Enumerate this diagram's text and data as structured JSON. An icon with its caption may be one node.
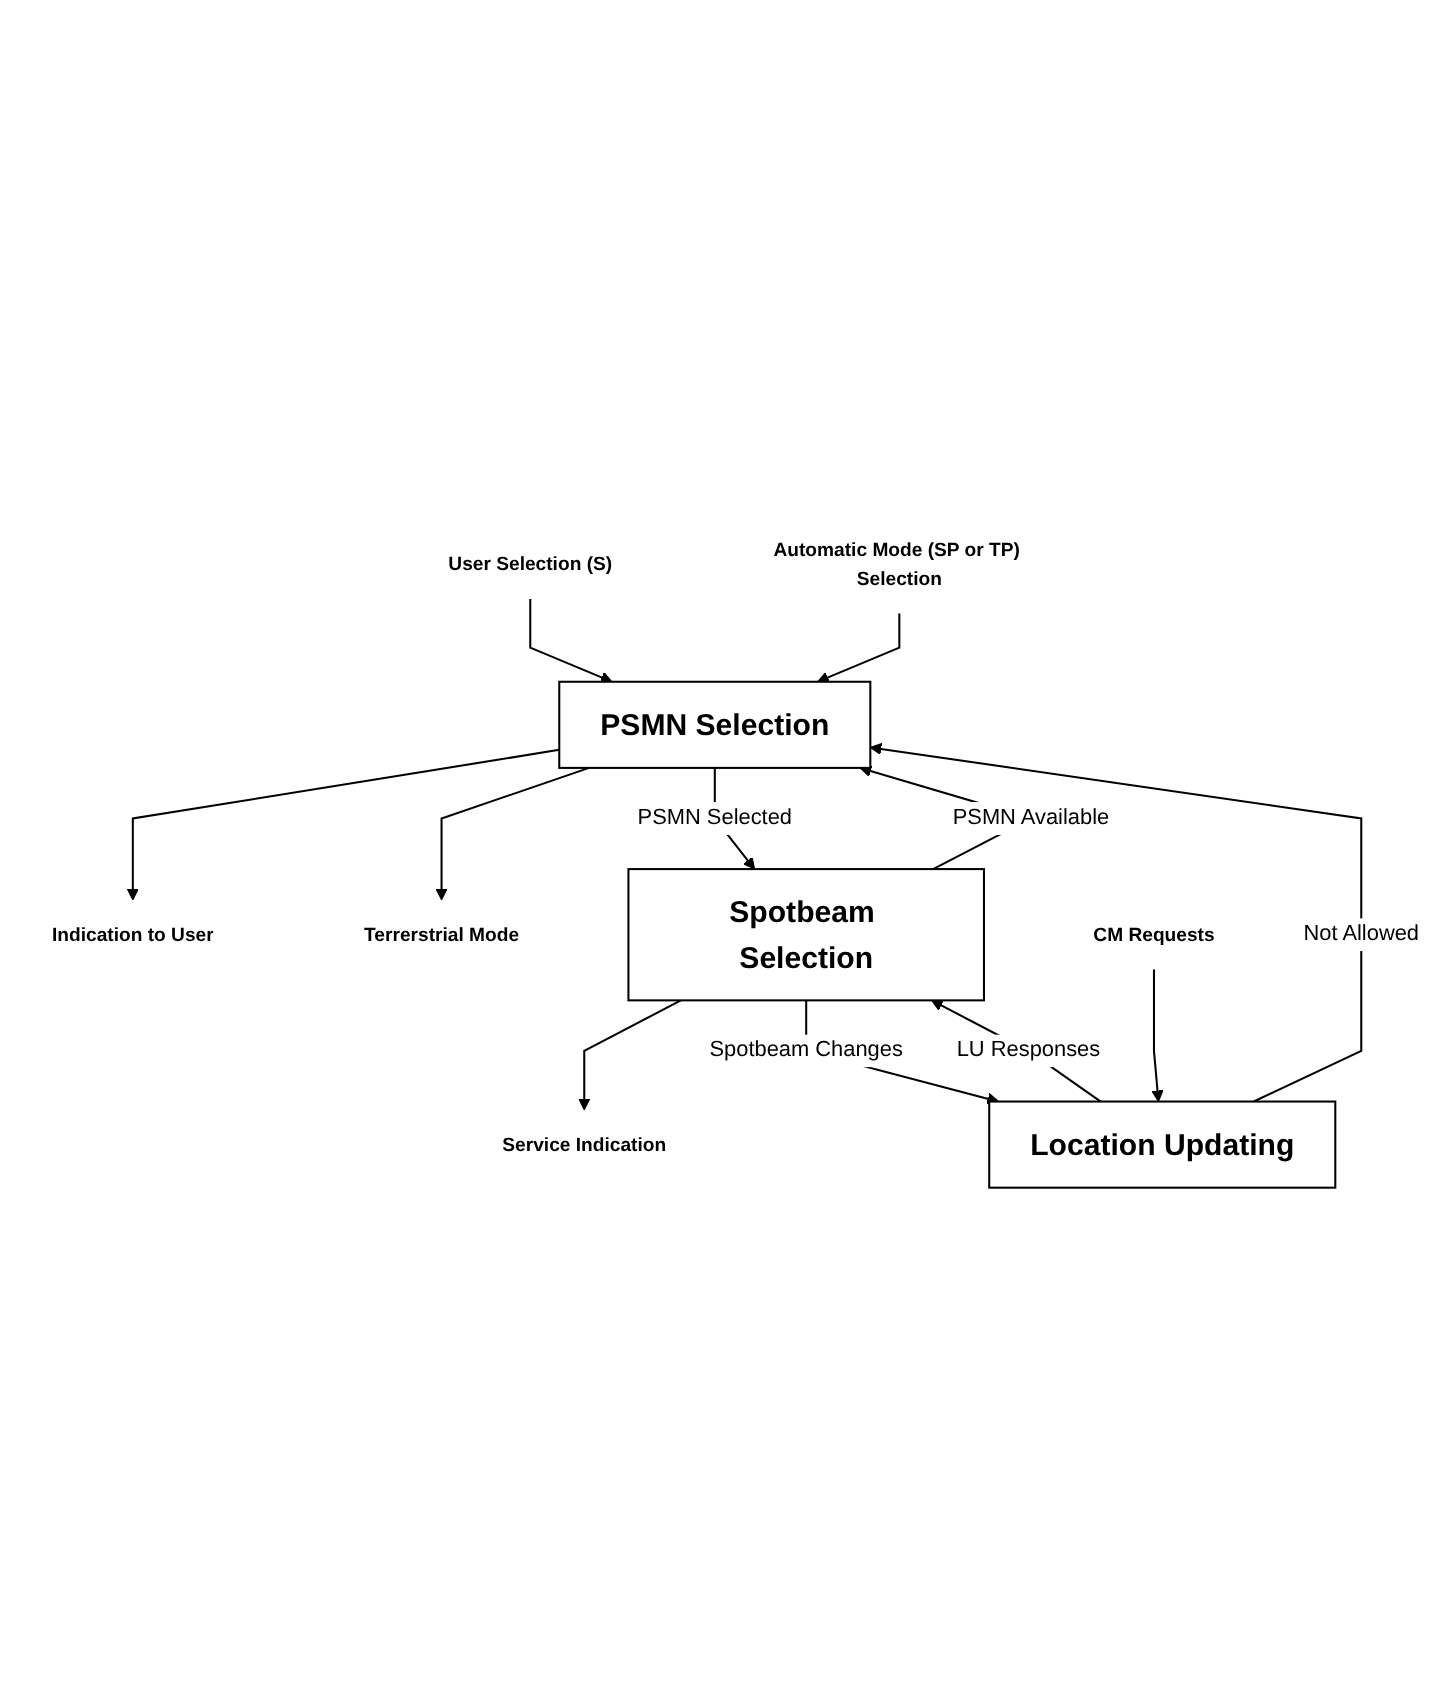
{
  "diagram": {
    "nodes": [
      {
        "text": [
          "User Selection (S)"
        ]
      },
      {
        "text": [
          "Automatic Mode (SP or TP) Selection"
        ]
      },
      {
        "text": [
          "Indication to User"
        ]
      },
      {
        "text": [
          "PSMN Selection"
        ]
      },
      {
        "text": [
          "Terrerstrial Mode"
        ]
      },
      {
        "text": [
          "Service Indication"
        ]
      },
      {
        "text": [
          "Spotbeam Selection"
        ]
      },
      {
        "text": [
          "CM Requests"
        ]
      },
      {
        "text": [
          "Location Updating"
        ]
      }
    ],
    "edges": [
      {
        "from": 0,
        "to": 3,
        "arrow": "to"
      },
      {
        "from": 1,
        "to": 3,
        "arrow": "to"
      },
      {
        "from": 3,
        "to": 2,
        "arrow": "to"
      },
      {
        "from": 3,
        "to": 4,
        "arrow": "to"
      },
      {
        "from": 3,
        "to": 6,
        "arrow": "to",
        "label": "PSMN Selected"
      },
      {
        "from": 6,
        "to": 3,
        "arrow": "to",
        "label": "PSMN Available"
      },
      {
        "from": 6,
        "to": 5,
        "arrow": "to"
      },
      {
        "from": 6,
        "to": 8,
        "arrow": "to",
        "label": "Spotbeam Changes"
      },
      {
        "from": 8,
        "to": 6,
        "arrow": "to",
        "label": "LU Responses"
      },
      {
        "from": 8,
        "to": 3,
        "arrow": "to",
        "label": "Not Allowed"
      },
      {
        "from": 7,
        "to": 8,
        "arrow": "to"
      }
    ]
  }
}
